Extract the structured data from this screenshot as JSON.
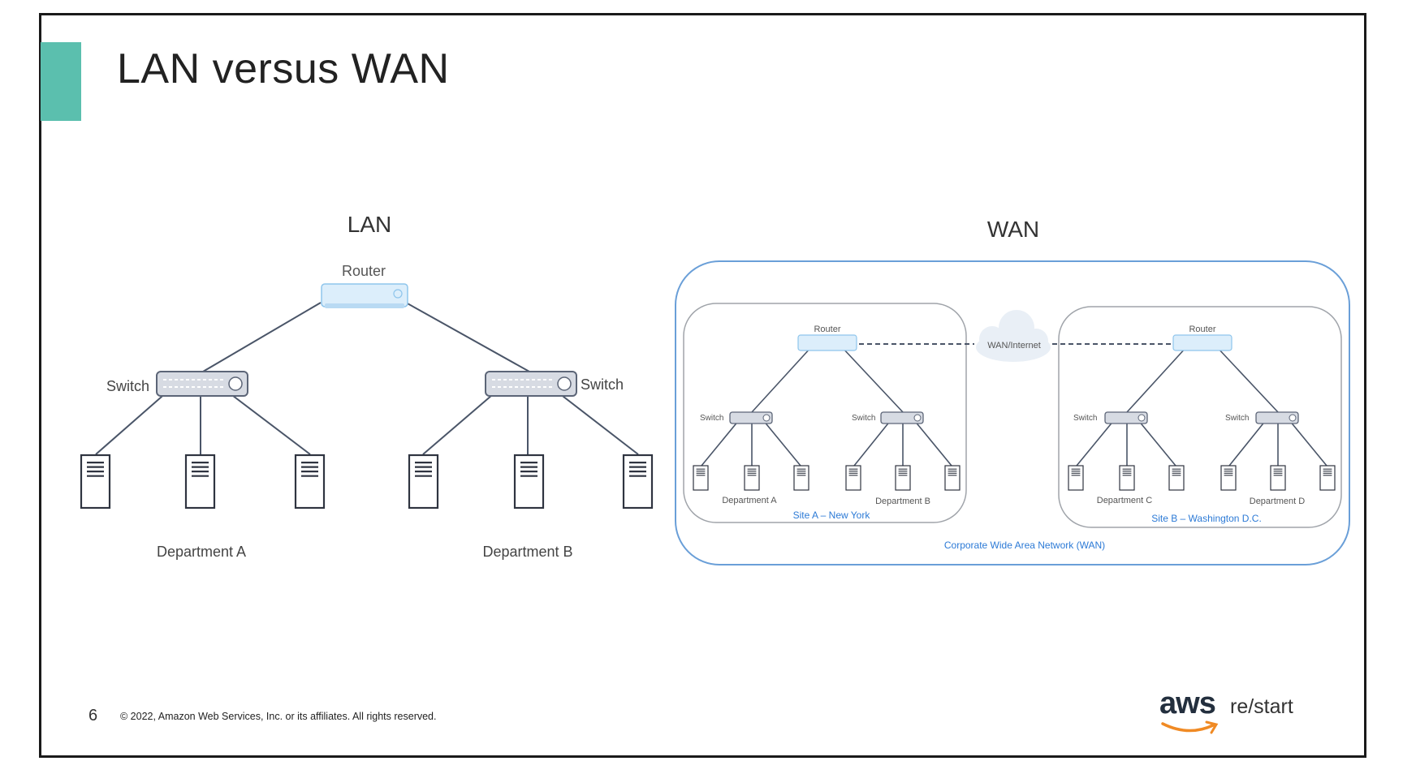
{
  "slide": {
    "title": "LAN versus WAN",
    "page_number": "6",
    "copyright": "© 2022, Amazon Web Services, Inc. or its affiliates. All rights reserved.",
    "logo_text": "aws",
    "logo_suffix": "re/start"
  },
  "colors": {
    "accent": "#5bbfae",
    "line": "#4a5568",
    "router_fill": "#dceefb",
    "router_stroke": "#8ec5ec",
    "switch_fill": "#d7dbe3",
    "switch_stroke": "#5c6577",
    "wan_border": "#6a9fd8",
    "site_border": "#a0a4aa",
    "wan_label": "#2c7ad6"
  },
  "lan": {
    "heading": "LAN",
    "router_label": "Router",
    "switch_left_label": "Switch",
    "switch_right_label": "Switch",
    "dept_a": "Department A",
    "dept_b": "Department B"
  },
  "wan": {
    "heading": "WAN",
    "cloud_label": "WAN/Internet",
    "corporate_label": "Corporate Wide Area Network (WAN)",
    "site_a": {
      "router_label": "Router",
      "switch_left_label": "Switch",
      "switch_right_label": "Switch",
      "dept_left": "Department A",
      "dept_right": "Department B",
      "site_label": "Site A – New York"
    },
    "site_b": {
      "router_label": "Router",
      "switch_left_label": "Switch",
      "switch_right_label": "Switch",
      "dept_left": "Department C",
      "dept_right": "Department D",
      "site_label": "Site B – Washington D.C."
    }
  }
}
